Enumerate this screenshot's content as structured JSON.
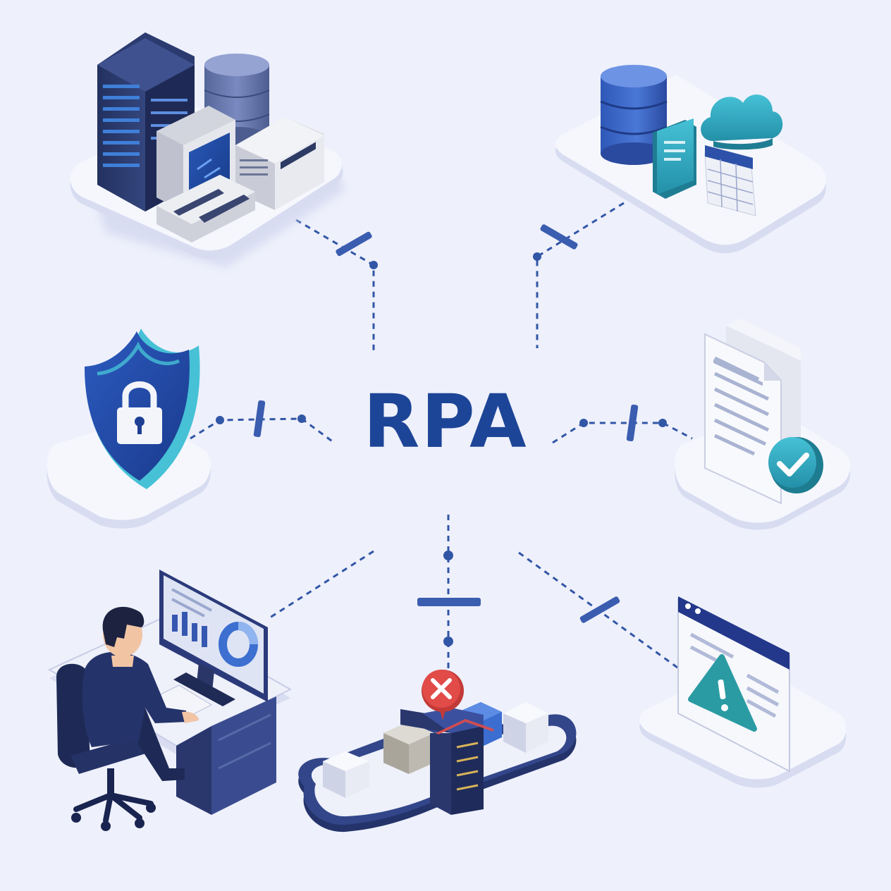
{
  "center_label": "RPA",
  "colors": {
    "background": "#eef0fb",
    "primary": "#1d4597",
    "navy": "#23315f",
    "connector": "#3156a6",
    "teal": "#2aa1b0",
    "cyan": "#46c1d6",
    "platform_top": "#f7f8fe",
    "platform_side": "#d0d6ee",
    "error_red": "#e14b48",
    "warning_teal": "#2b9ba3"
  },
  "nodes": [
    {
      "id": "legacy-systems",
      "icons": [
        "server-rack-icon",
        "database-icon",
        "desktop-computer-icon",
        "keyboard-icon",
        "printer-icon"
      ]
    },
    {
      "id": "data-cloud",
      "icons": [
        "database-icon",
        "document-icon",
        "cloud-icon",
        "spreadsheet-icon"
      ]
    },
    {
      "id": "security",
      "icons": [
        "shield-icon",
        "padlock-icon"
      ]
    },
    {
      "id": "verified-documents",
      "icons": [
        "document-stack-icon",
        "checkmark-badge-icon"
      ]
    },
    {
      "id": "human-worker",
      "icons": [
        "person-icon",
        "monitor-icon",
        "bar-chart-icon",
        "donut-chart-icon",
        "office-chair-icon",
        "desk-icon"
      ]
    },
    {
      "id": "process-conveyor",
      "icons": [
        "conveyor-icon",
        "cube-icon",
        "error-x-icon",
        "scanner-gate-icon"
      ]
    },
    {
      "id": "alert-window",
      "icons": [
        "browser-window-icon",
        "warning-triangle-icon"
      ]
    }
  ]
}
